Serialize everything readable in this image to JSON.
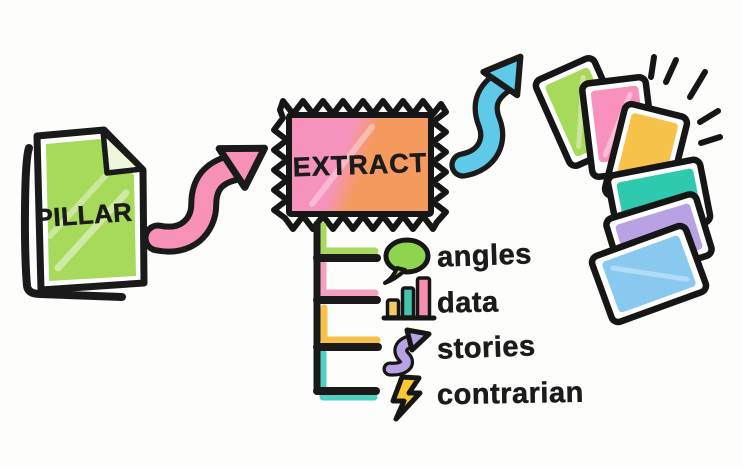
{
  "diagram": {
    "type": "hand-drawn-content-flow",
    "ink": "#1a1a1a",
    "pillar": {
      "label": "PILLAR",
      "fill": "#a7d95b"
    },
    "extract": {
      "label": "EXTRACT",
      "fill_left": "#f693bd",
      "fill_right": "#f49a5e"
    },
    "arrows": {
      "pillar_to_extract": "#f791b8",
      "extract_to_cards": "#5fc9e8"
    },
    "items": [
      {
        "icon": "speech-bubble-icon",
        "label": "angles",
        "icon_color": "#8fd44e",
        "branch_color": "#a8d95e"
      },
      {
        "icon": "bar-chart-icon",
        "label": "data",
        "icon_color": "#f490ae",
        "branch_color": "#f4a0c0",
        "bar_colors": [
          "#f2cc63",
          "#45c4ae",
          "#f490ae"
        ]
      },
      {
        "icon": "squiggle-arrow-icon",
        "label": "stories",
        "icon_color": "#b9a2e3",
        "branch_color": "#f6c14b"
      },
      {
        "icon": "lightning-bolt-icon",
        "label": "contrarian",
        "icon_color": "#f8c931",
        "branch_color": "#4fd0c0"
      }
    ],
    "cards": [
      {
        "name": "card-green",
        "color": "#a7d95b"
      },
      {
        "name": "card-pink",
        "color": "#f891bd"
      },
      {
        "name": "card-yellow",
        "color": "#f6c24a"
      },
      {
        "name": "card-teal",
        "color": "#2fc9b0"
      },
      {
        "name": "card-purple",
        "color": "#b9a2e3"
      },
      {
        "name": "card-blue",
        "color": "#89c9f0"
      }
    ],
    "decor": {
      "sparkle_mark_count": 5
    }
  }
}
